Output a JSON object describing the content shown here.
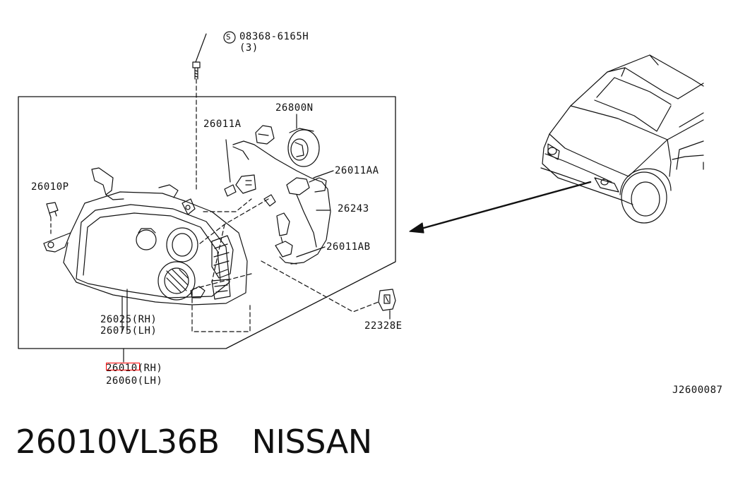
{
  "callouts": {
    "bolt_prefix": "S",
    "bolt_part": "08368-6165H",
    "bolt_qty": "(3)",
    "cap": "26800N",
    "bulb": "26011A",
    "socket": "26011AA",
    "clip": "26010P",
    "harness": "26243",
    "side_bulb": "26011AB",
    "housing_rh": "26025(RH)",
    "housing_lh": "26075(LH)",
    "retainer": "22328E",
    "assembly_rh": "26010(RH)",
    "assembly_lh": "26060(LH)"
  },
  "diagram_code": "J2600087",
  "footer": {
    "part_number": "26010VL36B",
    "brand": "NISSAN"
  },
  "colors": {
    "line": "#111111",
    "highlight": "#ff0000",
    "background": "#ffffff"
  }
}
